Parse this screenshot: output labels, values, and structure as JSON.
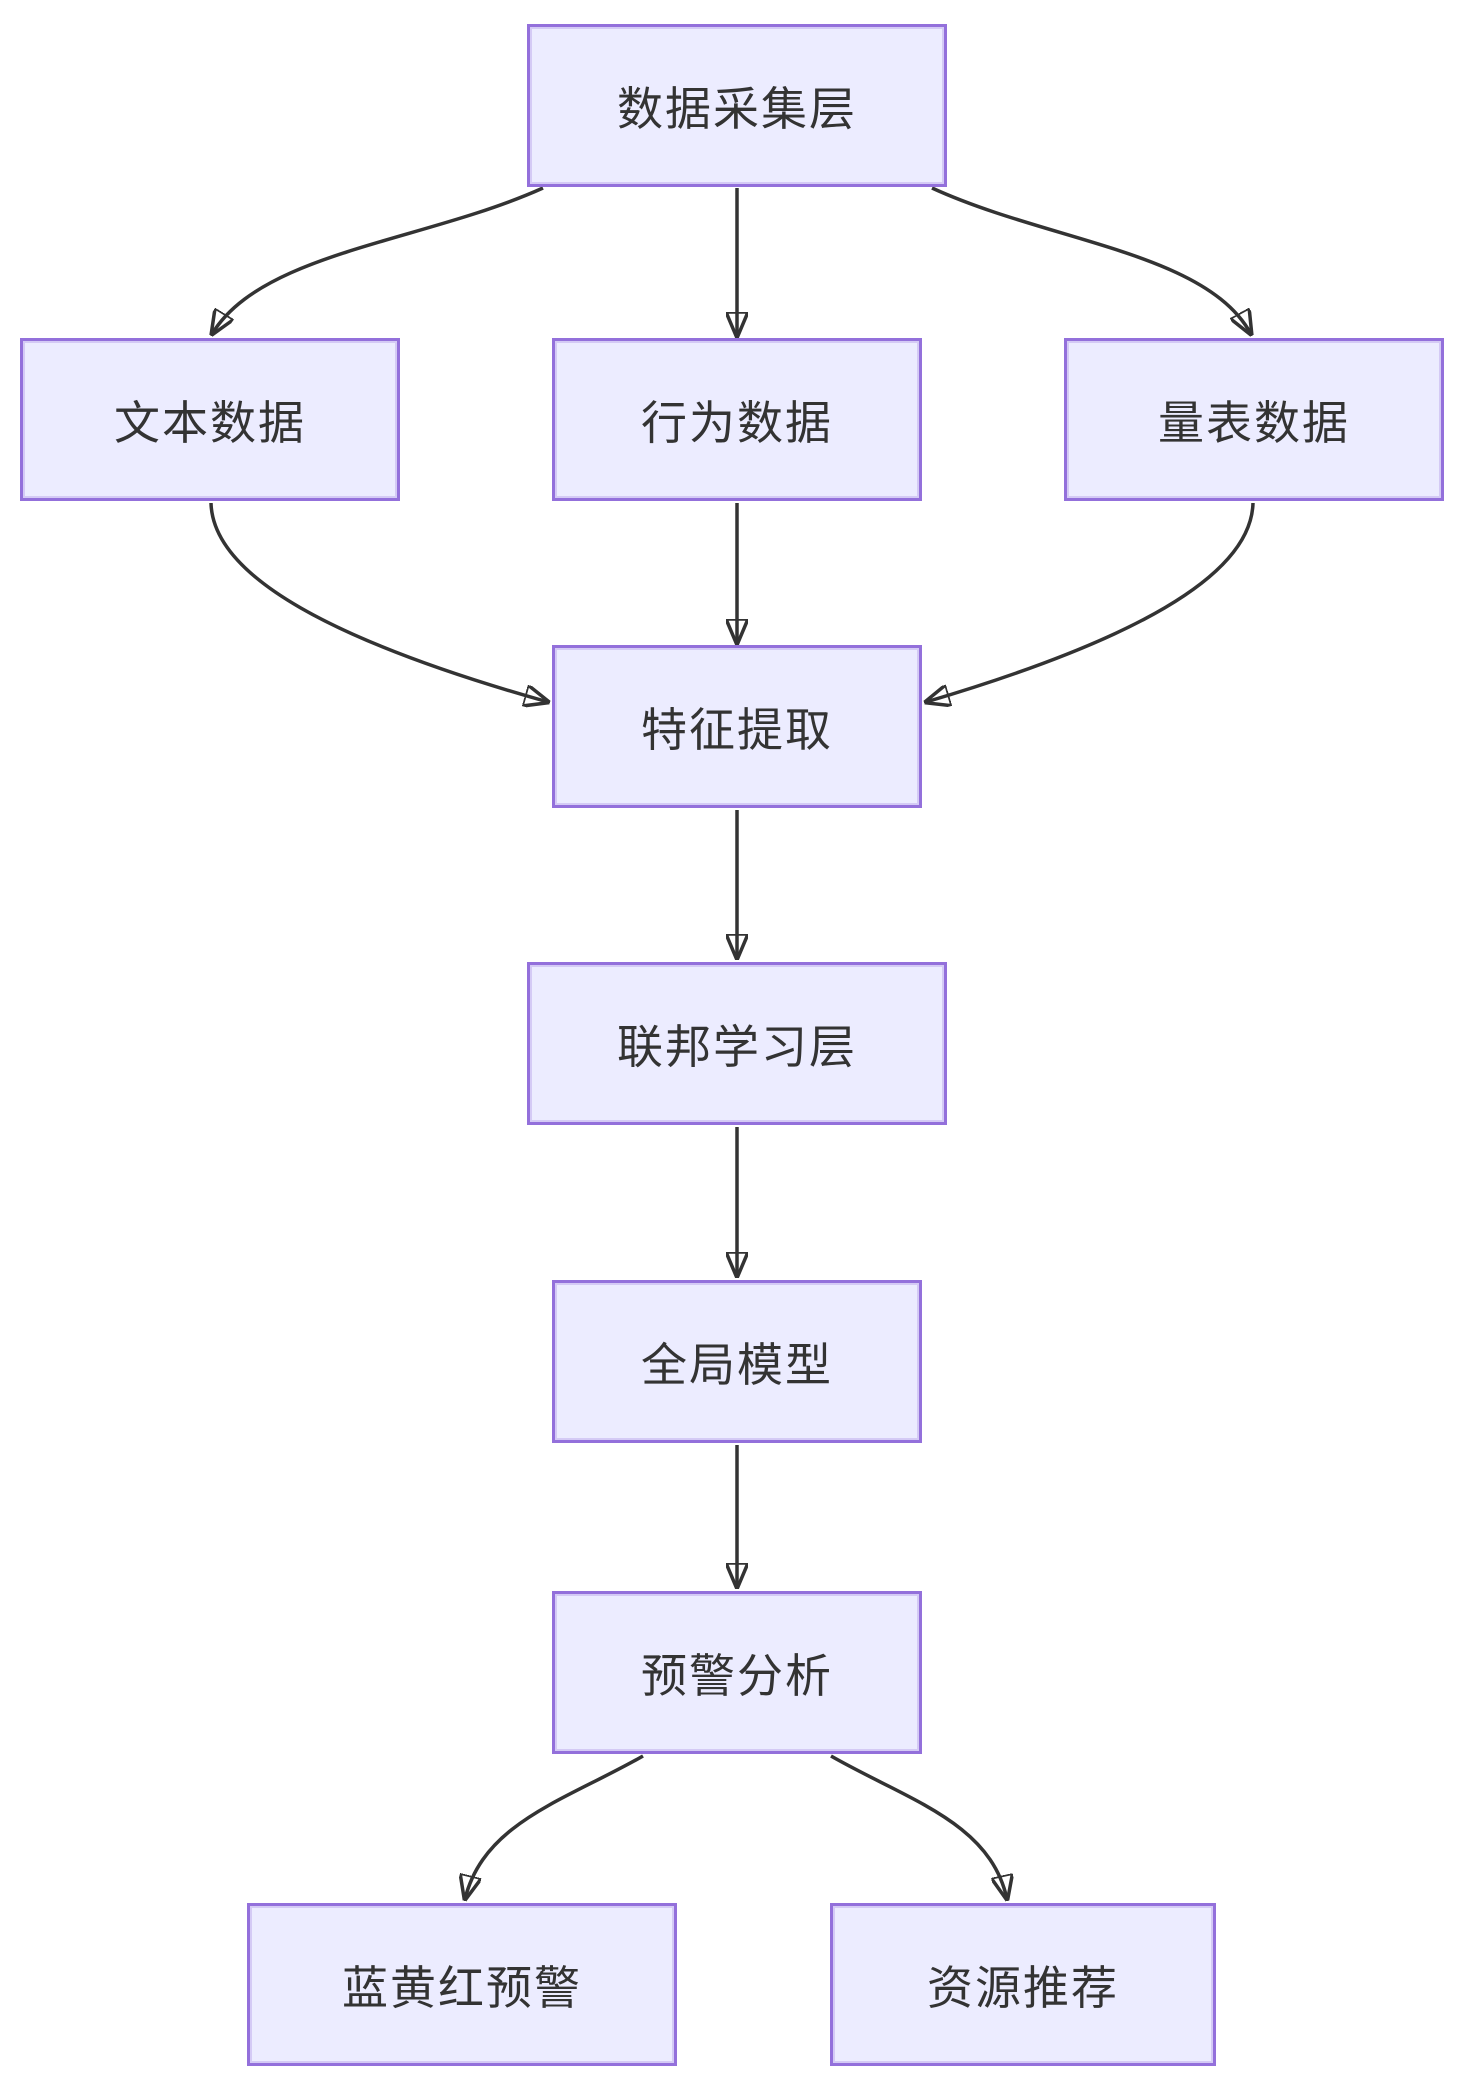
{
  "diagram": {
    "type": "flowchart",
    "direction": "top-down",
    "colors": {
      "node_fill": "#ECECFF",
      "node_border": "#9370DB",
      "node_text": "#333333",
      "edge_line": "#333333",
      "background": "#FFFFFF"
    },
    "nodes": [
      {
        "id": "data-collection-layer",
        "label": "数据采集层"
      },
      {
        "id": "text-data",
        "label": "文本数据"
      },
      {
        "id": "behavior-data",
        "label": "行为数据"
      },
      {
        "id": "scale-data",
        "label": "量表数据"
      },
      {
        "id": "feature-extraction",
        "label": "特征提取"
      },
      {
        "id": "federated-learning-layer",
        "label": "联邦学习层"
      },
      {
        "id": "global-model",
        "label": "全局模型"
      },
      {
        "id": "warning-analysis",
        "label": "预警分析"
      },
      {
        "id": "blue-yellow-red-warning",
        "label": "蓝黄红预警"
      },
      {
        "id": "resource-recommendation",
        "label": "资源推荐"
      }
    ],
    "edges": [
      {
        "from": "数据采集层",
        "to": "文本数据"
      },
      {
        "from": "数据采集层",
        "to": "行为数据"
      },
      {
        "from": "数据采集层",
        "to": "量表数据"
      },
      {
        "from": "文本数据",
        "to": "特征提取"
      },
      {
        "from": "行为数据",
        "to": "特征提取"
      },
      {
        "from": "量表数据",
        "to": "特征提取"
      },
      {
        "from": "特征提取",
        "to": "联邦学习层"
      },
      {
        "from": "联邦学习层",
        "to": "全局模型"
      },
      {
        "from": "全局模型",
        "to": "预警分析"
      },
      {
        "from": "预警分析",
        "to": "蓝黄红预警"
      },
      {
        "from": "预警分析",
        "to": "资源推荐"
      }
    ]
  }
}
